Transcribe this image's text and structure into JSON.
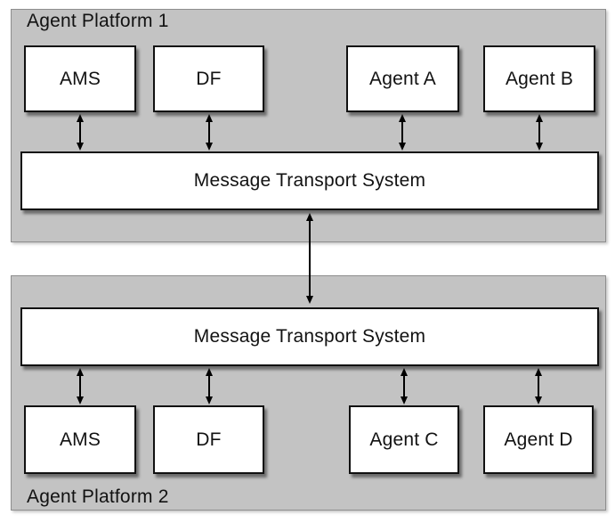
{
  "colors": {
    "platform_background": "#c3c3c3",
    "node_background": "#ffffff",
    "border_and_arrows": "#000000"
  },
  "platform1": {
    "label": "Agent Platform 1",
    "components": [
      "AMS",
      "DF",
      "Agent A",
      "Agent B"
    ],
    "transport_label": "Message Transport System"
  },
  "platform2": {
    "label": "Agent Platform 2",
    "components": [
      "AMS",
      "DF",
      "Agent C",
      "Agent D"
    ],
    "transport_label": "Message Transport System"
  }
}
